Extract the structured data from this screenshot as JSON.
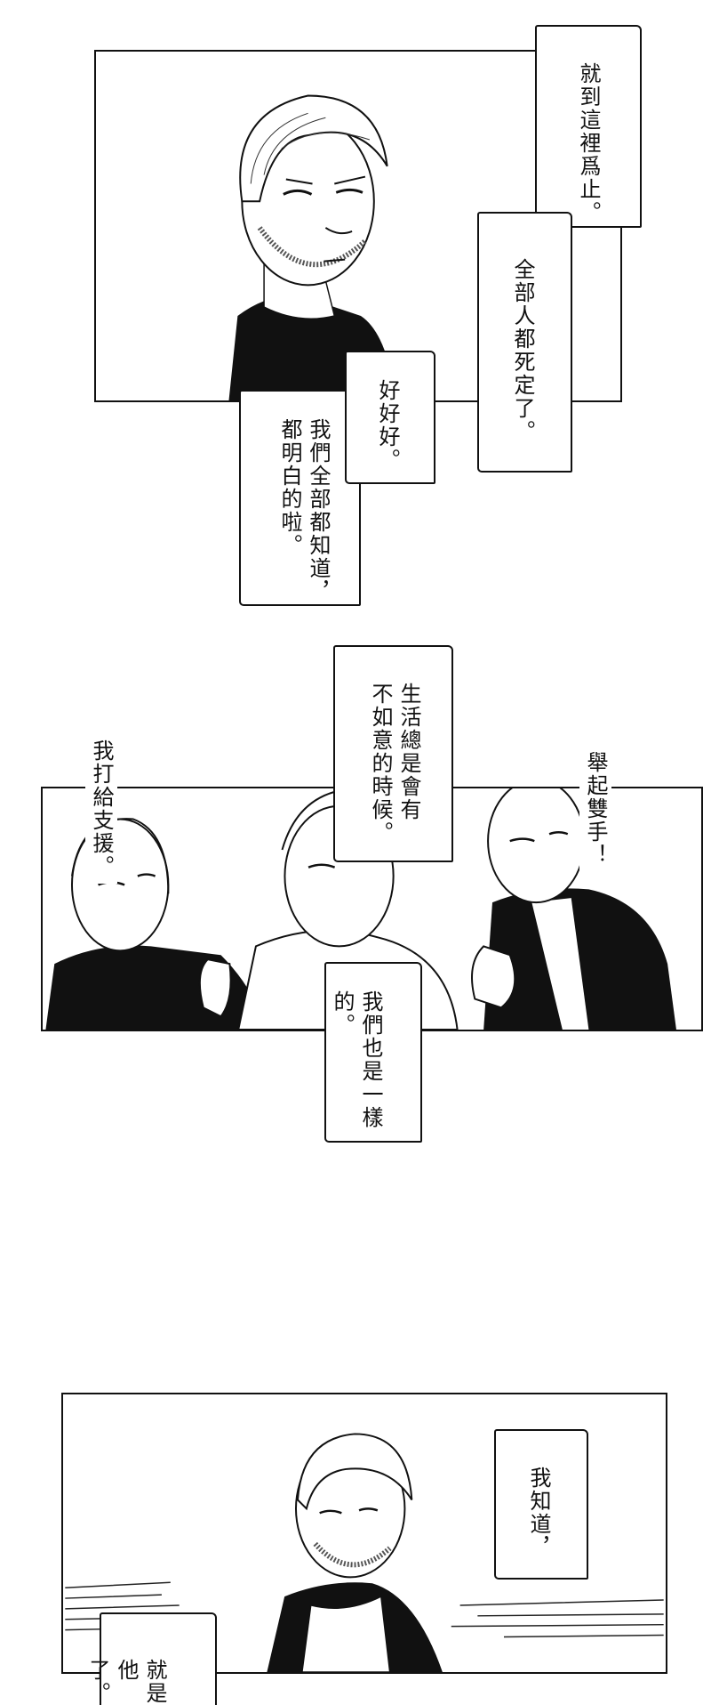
{
  "panel1": {
    "bubbles": [
      {
        "text": "就到這裡爲止。"
      },
      {
        "text": "全部人都死定了。"
      },
      {
        "text": "好好好。"
      },
      {
        "text": "我們全部都知道，\n都明白的啦。"
      }
    ]
  },
  "panel2": {
    "bubbles": [
      {
        "text": "生活總是會有\n不如意的時候。"
      },
      {
        "text": "我打給支援。"
      },
      {
        "text": "舉起雙手！"
      },
      {
        "text": "我們也是一樣的。"
      }
    ]
  },
  "panel3": {
    "bubbles": [
      {
        "text": "我知道，"
      },
      {
        "text": "就是他了。"
      }
    ]
  }
}
